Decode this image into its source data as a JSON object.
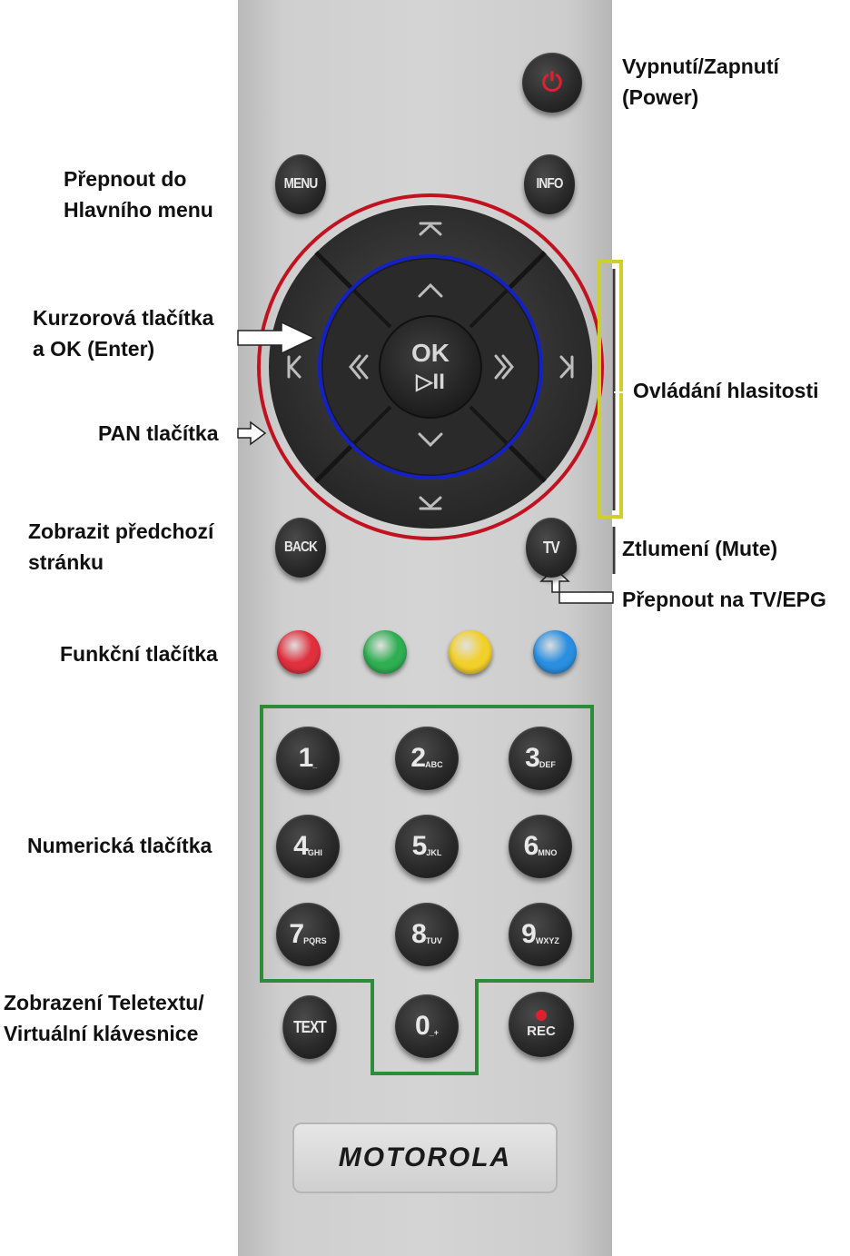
{
  "labels": {
    "power": "Vypnutí/Zapnutí\n(Power)",
    "menu": "Přepnout do\nHlavního menu",
    "cursor": "Kurzorová tlačítka\na OK (Enter)",
    "pan": "PAN tlačítka",
    "volume": "Ovládání hlasitosti",
    "back": "Zobrazit předchozí\nstránku",
    "mute": "Ztlumení (Mute)",
    "tv_epg": "Přepnout na TV/EPG",
    "function": "Funkční tlačítka",
    "numeric": "Numerická tlačítka",
    "teletext": "Zobrazení Teletextu/\nVirtuální klávesnice"
  },
  "buttons": {
    "power": "⏻",
    "menu": "MENU",
    "info": "INFO",
    "ok": "OK",
    "play_pause": "▷II",
    "back": "BACK",
    "tv": "TV",
    "text": "TEXT",
    "rec": "REC"
  },
  "numeric_keys": [
    {
      "digit": "1",
      "letters": "_"
    },
    {
      "digit": "2",
      "letters": "ABC"
    },
    {
      "digit": "3",
      "letters": "DEF"
    },
    {
      "digit": "4",
      "letters": "GHI"
    },
    {
      "digit": "5",
      "letters": "JKL"
    },
    {
      "digit": "6",
      "letters": "MNO"
    },
    {
      "digit": "7",
      "letters": "PQRS"
    },
    {
      "digit": "8",
      "letters": "TUV"
    },
    {
      "digit": "9",
      "letters": "WXYZ"
    },
    {
      "digit": "0",
      "letters": "_+"
    }
  ],
  "function_button_colors": [
    "#e0303e",
    "#2fae52",
    "#f2d02a",
    "#2a8fe0"
  ],
  "highlight_colors": {
    "pan_ring": "#c1121f",
    "cursor_ring": "#1421c4",
    "volume_box": "#cfcf2a",
    "numeric_box": "#2e8b3a"
  },
  "brand": "MOTOROLA"
}
